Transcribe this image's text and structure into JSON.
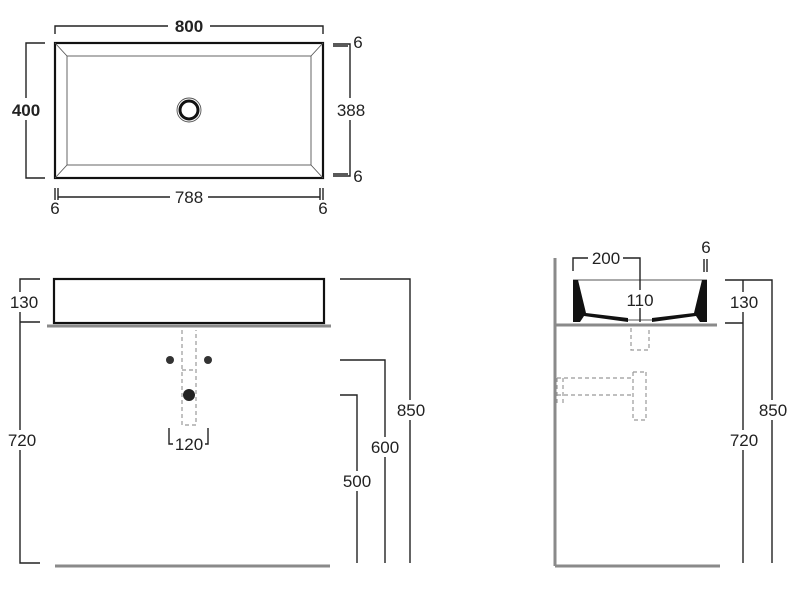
{
  "top_view": {
    "width": "800",
    "height": "400",
    "inner_width": "788",
    "inner_height": "388",
    "rim_top": "6",
    "rim_bottom": "6",
    "rim_left": "6",
    "rim_right": "6"
  },
  "front_view": {
    "basin_height": "130",
    "counter_height": "720",
    "total_height": "850",
    "valve_height": "600",
    "waste_height": "500",
    "valve_spacing": "120"
  },
  "side_view": {
    "half_depth": "200",
    "wall_thickness": "6",
    "drain_depth": "110",
    "basin_height": "130",
    "counter_height": "720",
    "total_height": "850"
  },
  "colors": {
    "line": "#222222",
    "counter": "#8a8a8a",
    "hidden": "#999999"
  }
}
